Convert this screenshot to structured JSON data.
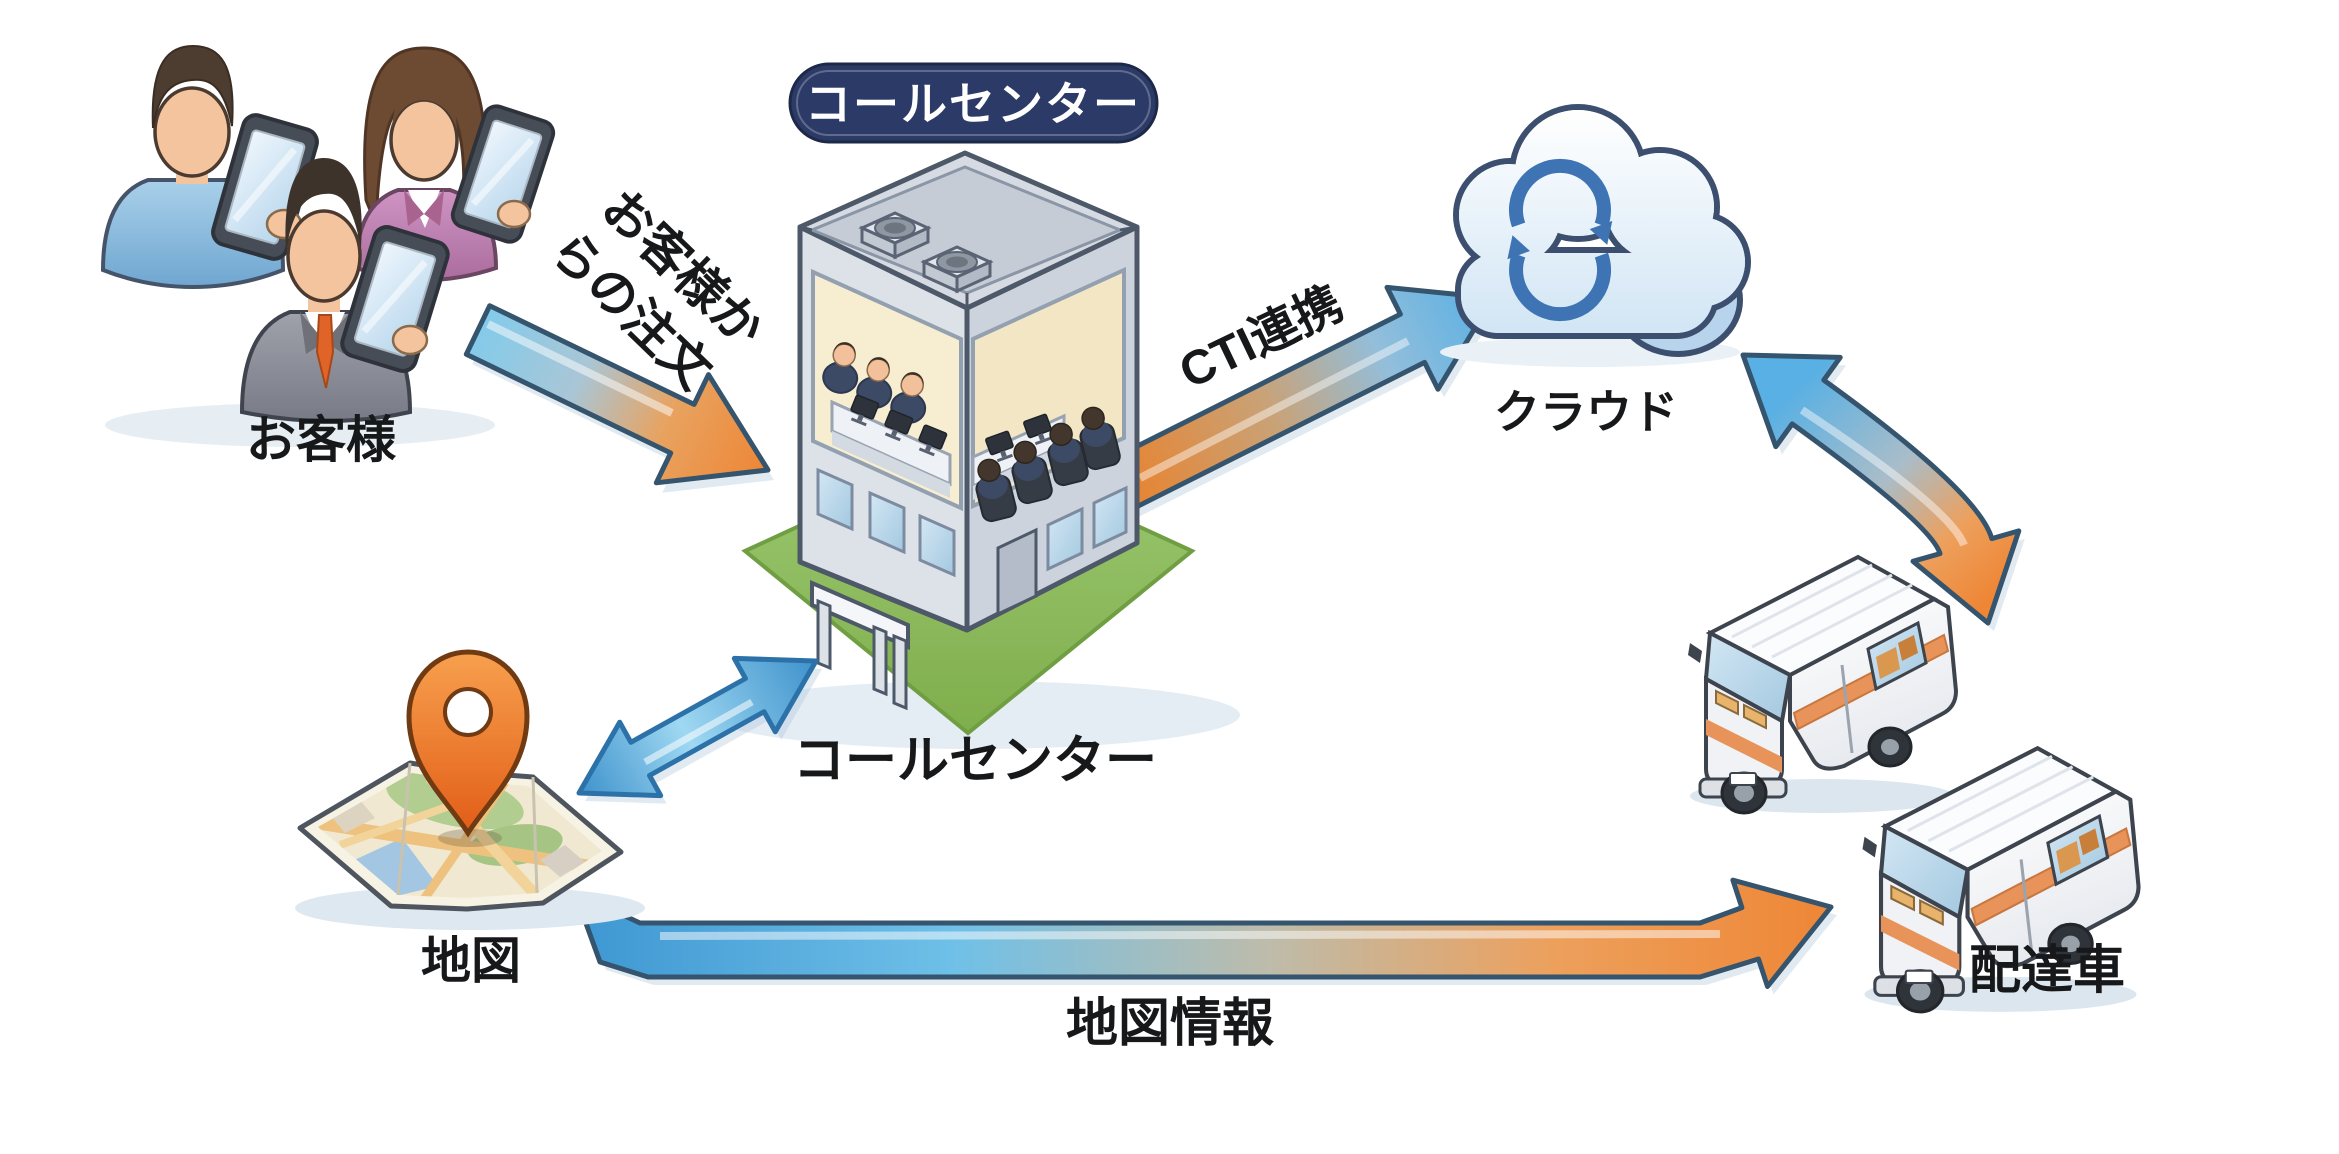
{
  "diagram": {
    "nodes": {
      "customers": {
        "label": "お客様",
        "icon": "customers-icon"
      },
      "call_center": {
        "badge": "コールセンター",
        "label": "コールセンター",
        "icon": "call-center-building-icon"
      },
      "cloud": {
        "label": "クラウド",
        "icon": "cloud-sync-icon"
      },
      "map": {
        "label": "地図",
        "icon": "map-pin-icon"
      },
      "delivery": {
        "label": "配達車",
        "icon": "delivery-vans-icon"
      }
    },
    "arrows": {
      "order": {
        "label_line1": "お客様か",
        "label_line2": "らの注文",
        "from": "customers",
        "to": "call_center",
        "style": "blue-to-orange"
      },
      "cti": {
        "label": "CTI連携",
        "from": "call_center",
        "to": "cloud",
        "style": "orange-to-blue"
      },
      "map_link": {
        "from": "map",
        "to": "call_center",
        "style": "blue-double-headed"
      },
      "cloud_delivery": {
        "from": "cloud",
        "to": "delivery",
        "style": "blue-orange-double-headed"
      },
      "map_info": {
        "label": "地図情報",
        "from": "map",
        "to": "delivery",
        "style": "blue-to-orange"
      }
    },
    "colors": {
      "arrow_blue": "#4ba6dc",
      "arrow_blue_dark": "#2e7fb8",
      "arrow_orange": "#ee8636",
      "badge_navy": "#2b3a66",
      "badge_text": "#ffffff",
      "label_text": "#17181a",
      "grass_green": "#8cbc5e",
      "pin_orange": "#ee7a2c",
      "cloud_fill": "#ddeaf6",
      "sync_blue": "#3e74b4",
      "building_wall": "#dde2e9",
      "interior_cream": "#f8efd4",
      "van_stripe": "#e8935a",
      "map_paper": "#f7f3e4",
      "skin": "#f4c49e",
      "shirt_blue": "#7fb0d6",
      "jacket_pink": "#bb82b0",
      "suit_gray": "#8e9099",
      "tie_orange": "#e06428"
    }
  }
}
